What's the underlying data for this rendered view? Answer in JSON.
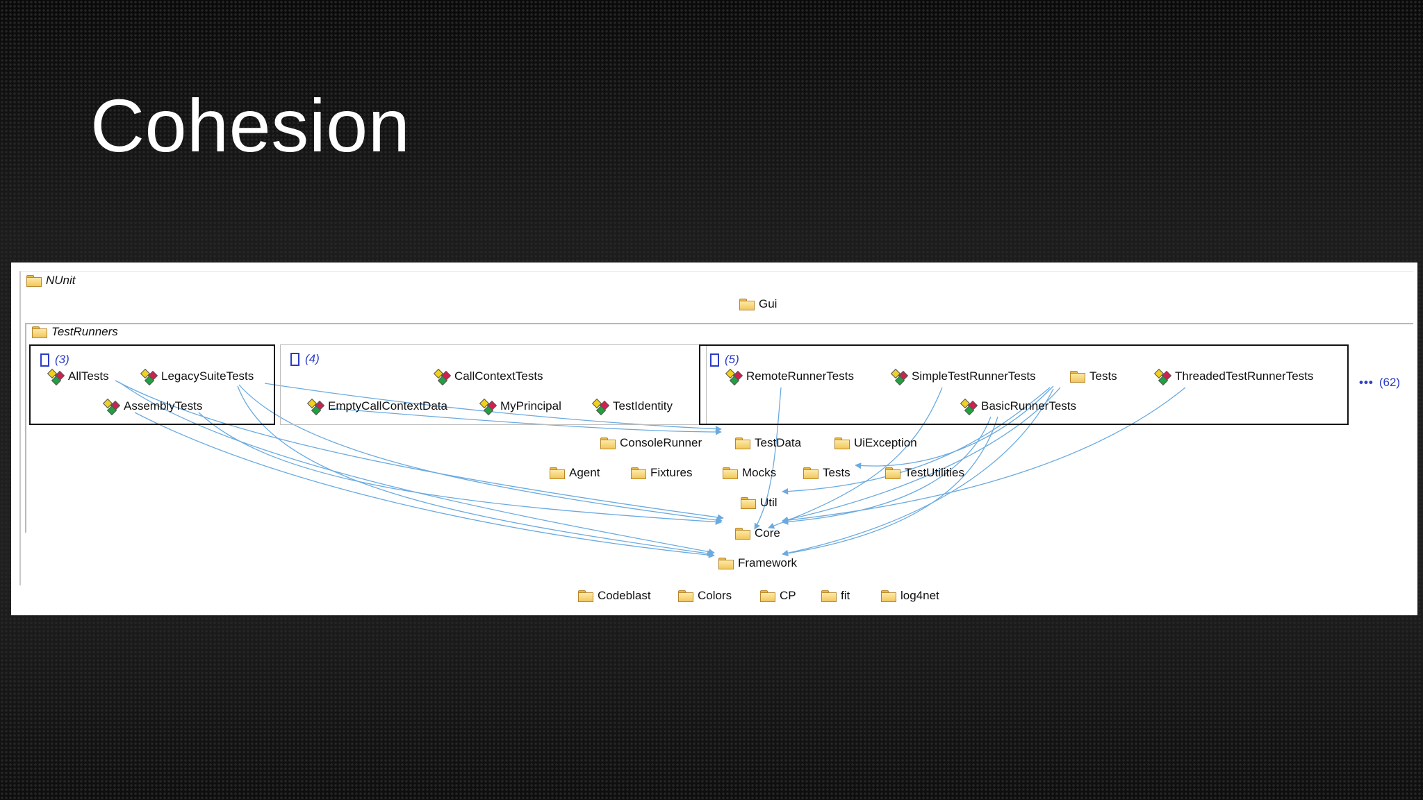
{
  "slide": {
    "title": "Cohesion"
  },
  "icons": {
    "package": "folder-icon",
    "type": "class-icon",
    "group": "group-square-icon",
    "more": "ellipsis-icon"
  },
  "colors": {
    "edge": "#6aaae0",
    "group_count": "#2a3cc8"
  },
  "diagram": {
    "nunit": "NUnit",
    "gui": "Gui",
    "testrunners": "TestRunners",
    "groups": [
      {
        "count": "(3)",
        "members": [
          "AllTests",
          "LegacySuiteTests",
          "AssemblyTests"
        ]
      },
      {
        "count": "(4)",
        "members": [
          "CallContextTests",
          "EmptyCallContextData",
          "MyPrincipal",
          "TestIdentity"
        ]
      },
      {
        "count": "(5)",
        "members": [
          "RemoteRunnerTests",
          "SimpleTestRunnerTests",
          "Tests",
          "ThreadedTestRunnerTests",
          "BasicRunnerTests"
        ]
      }
    ],
    "more": {
      "dots": "•••",
      "count": "(62)"
    },
    "packages_row1": [
      "ConsoleRunner",
      "TestData",
      "UiException"
    ],
    "packages_row2": [
      "Agent",
      "Fixtures",
      "Mocks",
      "Tests",
      "TestUtilities"
    ],
    "util": "Util",
    "core": "Core",
    "framework": "Framework",
    "external": [
      "Codeblast",
      "Colors",
      "CP",
      "fit",
      "log4net"
    ]
  }
}
